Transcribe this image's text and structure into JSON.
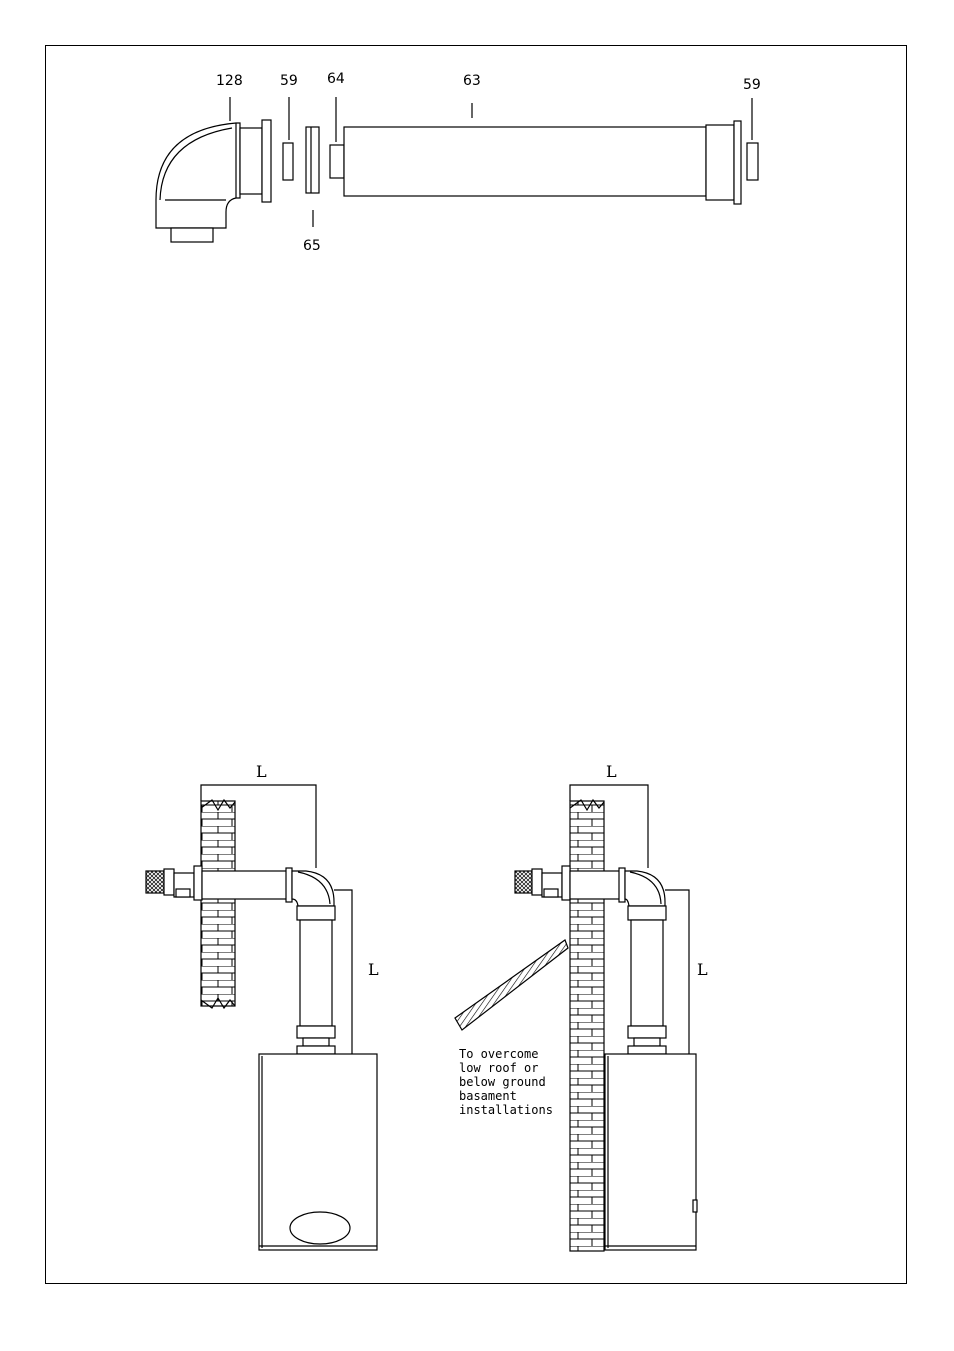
{
  "parts": {
    "elbow": "128",
    "seal_left": "59",
    "adapter": "64",
    "pipe": "63",
    "seal_right": "59",
    "plate": "65"
  },
  "fig_left": {
    "dim_h": "L",
    "dim_v": "L"
  },
  "fig_right": {
    "dim_h": "L",
    "dim_v": "L"
  },
  "note": {
    "line1": "To overcome",
    "line2": "low roof or",
    "line3": "below ground",
    "line4": "basament",
    "line5": "installations"
  }
}
